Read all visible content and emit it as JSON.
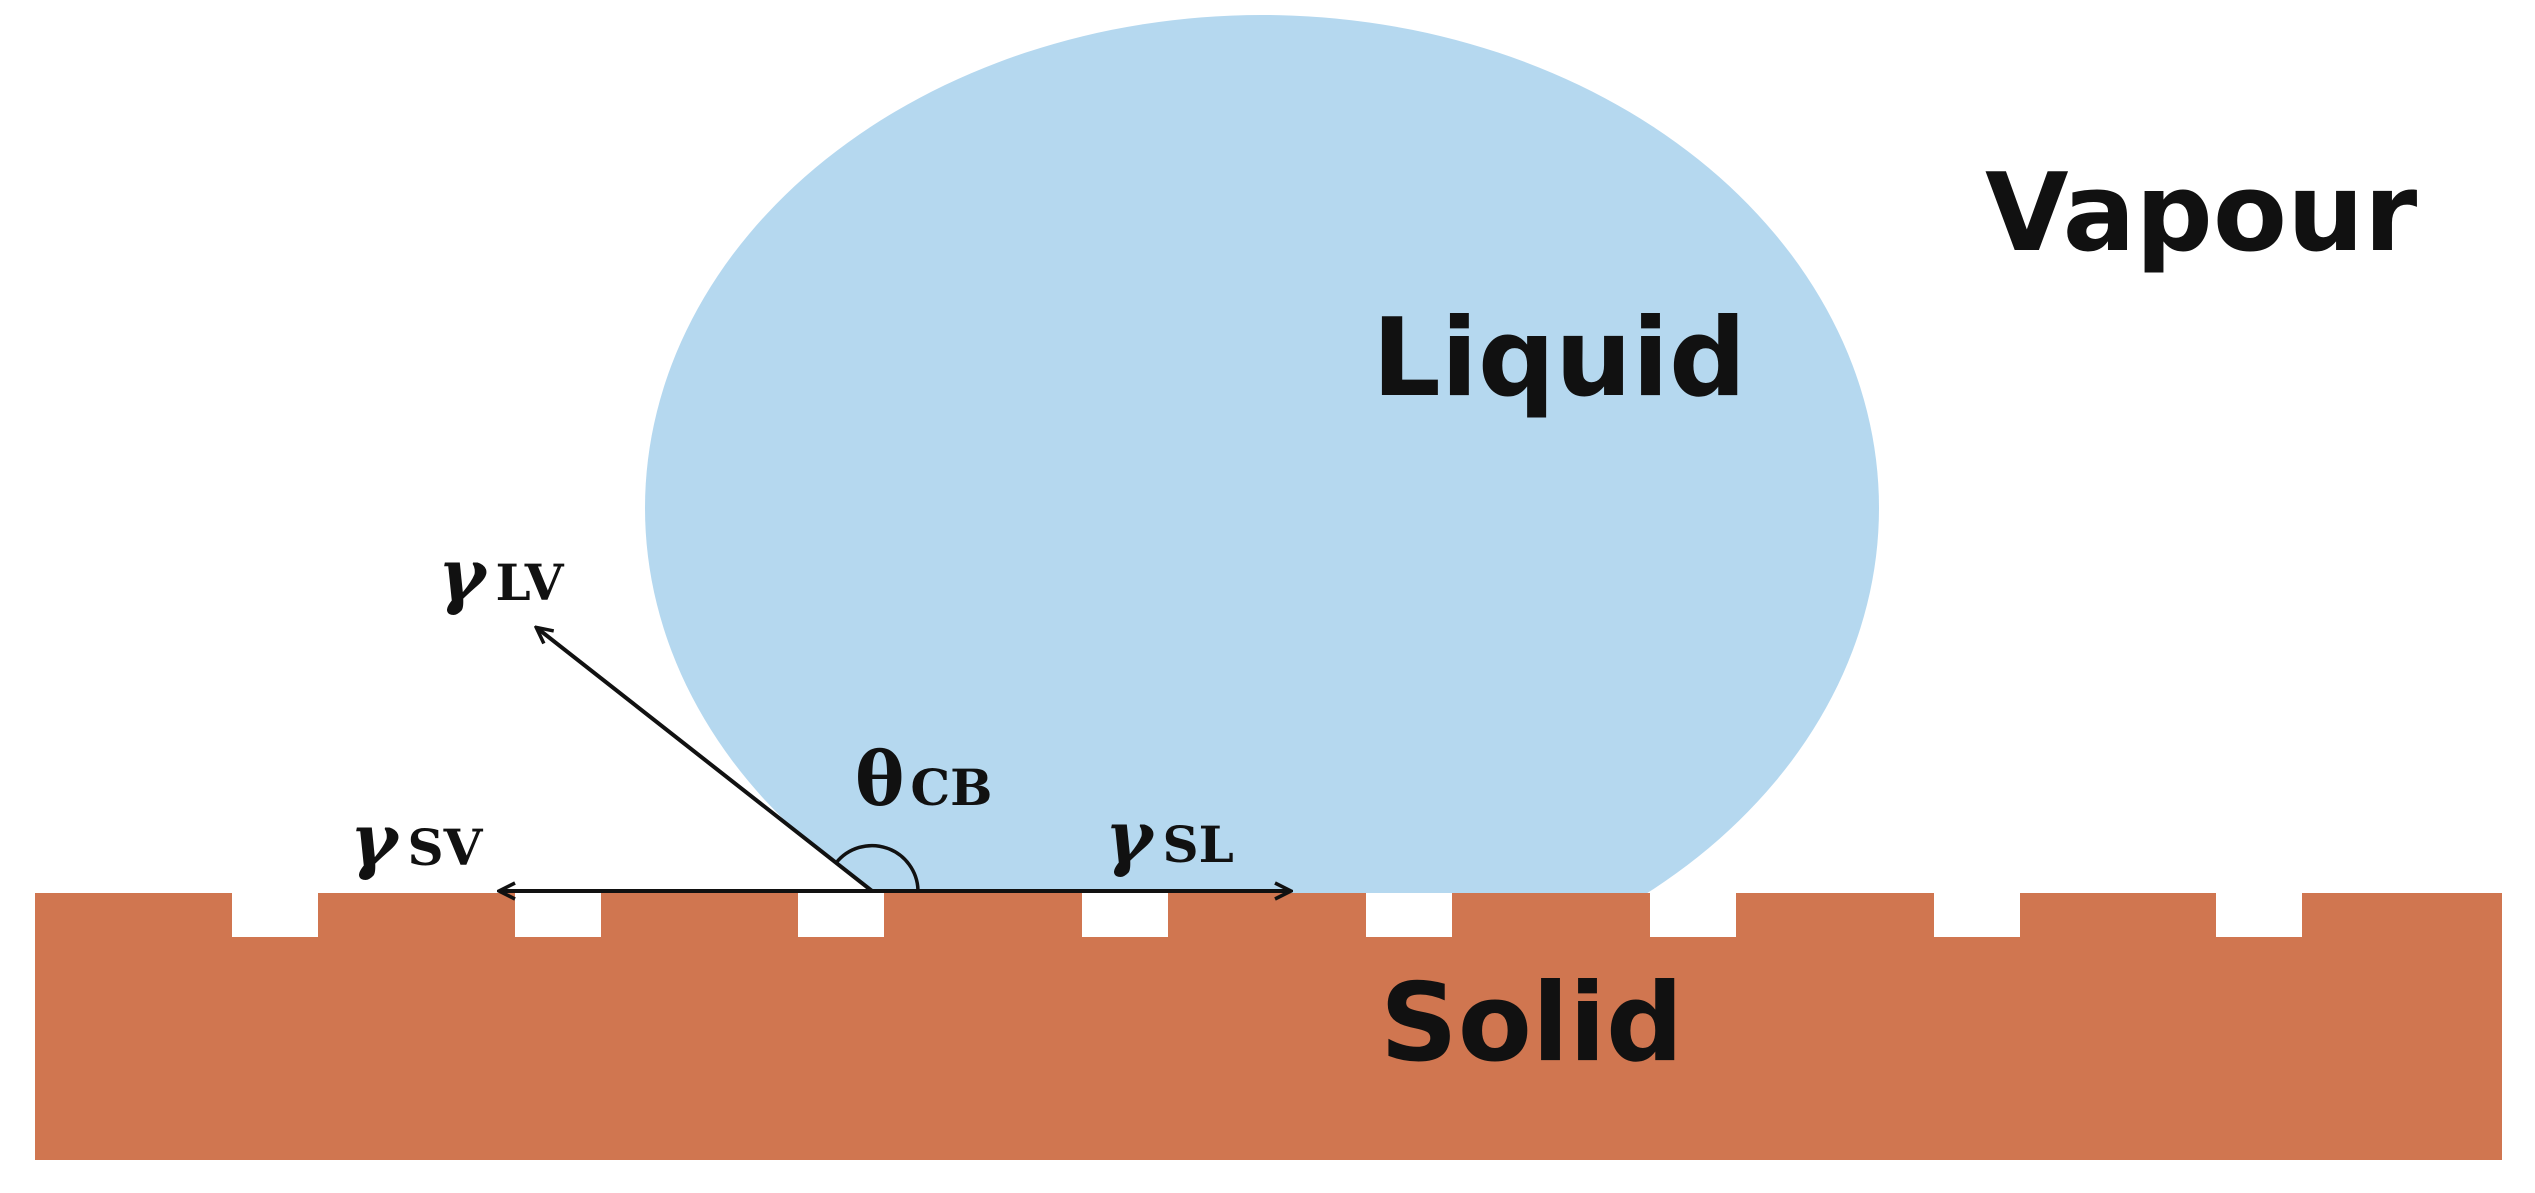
{
  "labels": {
    "vapour": "Vapour",
    "liquid": "Liquid",
    "solid": "Solid"
  },
  "symbols": {
    "gamma_lv": {
      "symbol": "γ",
      "subscript": "LV"
    },
    "gamma_sv": {
      "symbol": "γ",
      "subscript": "SV"
    },
    "gamma_sl": {
      "symbol": "γ",
      "subscript": "SL"
    },
    "theta_cb": {
      "symbol": "θ",
      "subscript": "CB"
    }
  },
  "colors": {
    "liquid": "#b5d8ef",
    "solid": "#d07650",
    "pores": "#ffffff",
    "ink": "#111111"
  },
  "icons": {
    "arrows": [
      "arrow-lv-icon",
      "arrow-sv-icon",
      "arrow-sl-icon"
    ],
    "angle": "contact-angle-arc-icon"
  }
}
